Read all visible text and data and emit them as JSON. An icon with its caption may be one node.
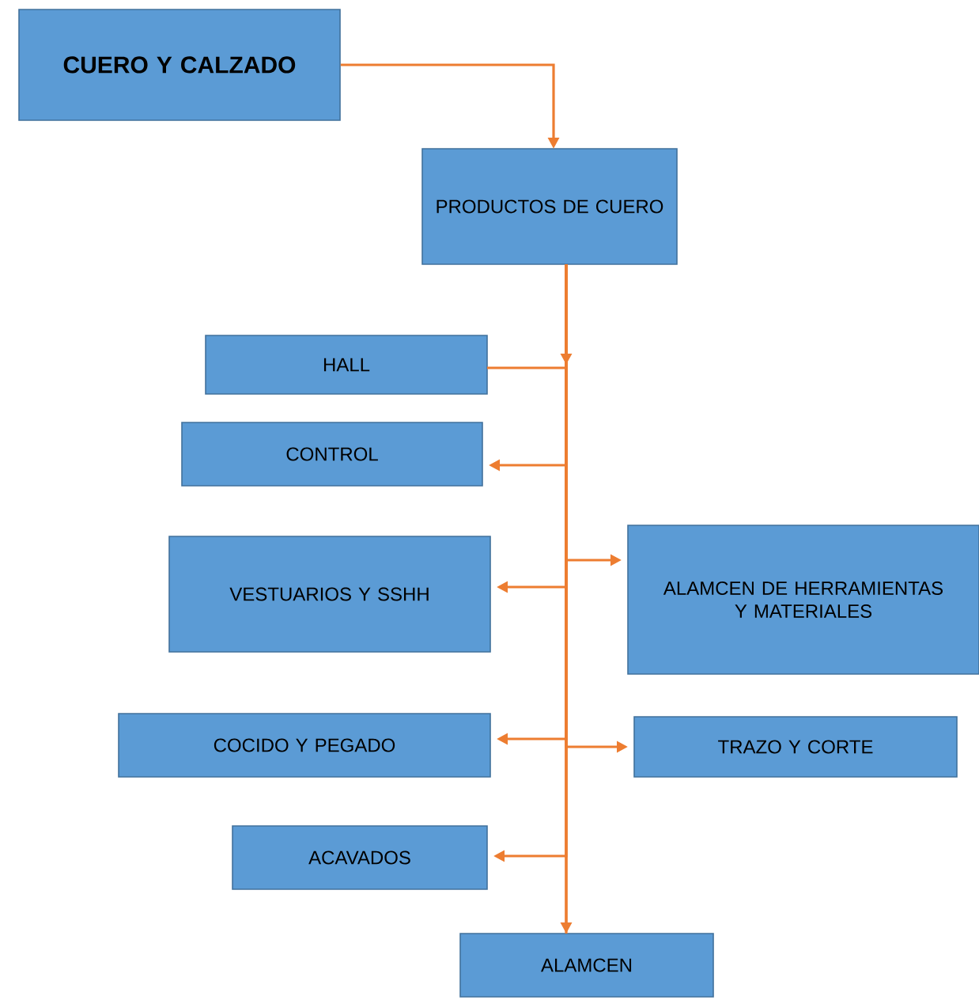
{
  "diagram": {
    "nodes": [
      {
        "text": [
          "CUERO Y CALZADO"
        ]
      },
      {
        "text": [
          "PRODUCTOS DE CUERO"
        ]
      },
      {
        "text": [
          "HALL"
        ]
      },
      {
        "text": [
          "CONTROL"
        ]
      },
      {
        "text": [
          "VESTUARIOS Y SSHH"
        ]
      },
      {
        "text": [
          "ALAMCEN DE HERRAMIENTAS Y MATERIALES"
        ]
      },
      {
        "text": [
          "COCIDO Y PEGADO"
        ]
      },
      {
        "text": [
          "TRAZO Y CORTE"
        ]
      },
      {
        "text": [
          "ACAVADOS"
        ]
      },
      {
        "text": [
          "ALAMCEN"
        ]
      }
    ],
    "edges": [
      {
        "from": 0,
        "to": 1,
        "arrow": "to"
      },
      {
        "from": 1,
        "to": 9,
        "arrow": "to"
      },
      {
        "from": 2,
        "to": 9,
        "arrow": "none"
      },
      {
        "from": 1,
        "to": 3,
        "arrow": "to"
      },
      {
        "from": 1,
        "to": 4,
        "arrow": "to"
      },
      {
        "from": 1,
        "to": 5,
        "arrow": "to"
      },
      {
        "from": 1,
        "to": 6,
        "arrow": "to"
      },
      {
        "from": 1,
        "to": 7,
        "arrow": "to"
      },
      {
        "from": 1,
        "to": 8,
        "arrow": "to"
      }
    ]
  }
}
